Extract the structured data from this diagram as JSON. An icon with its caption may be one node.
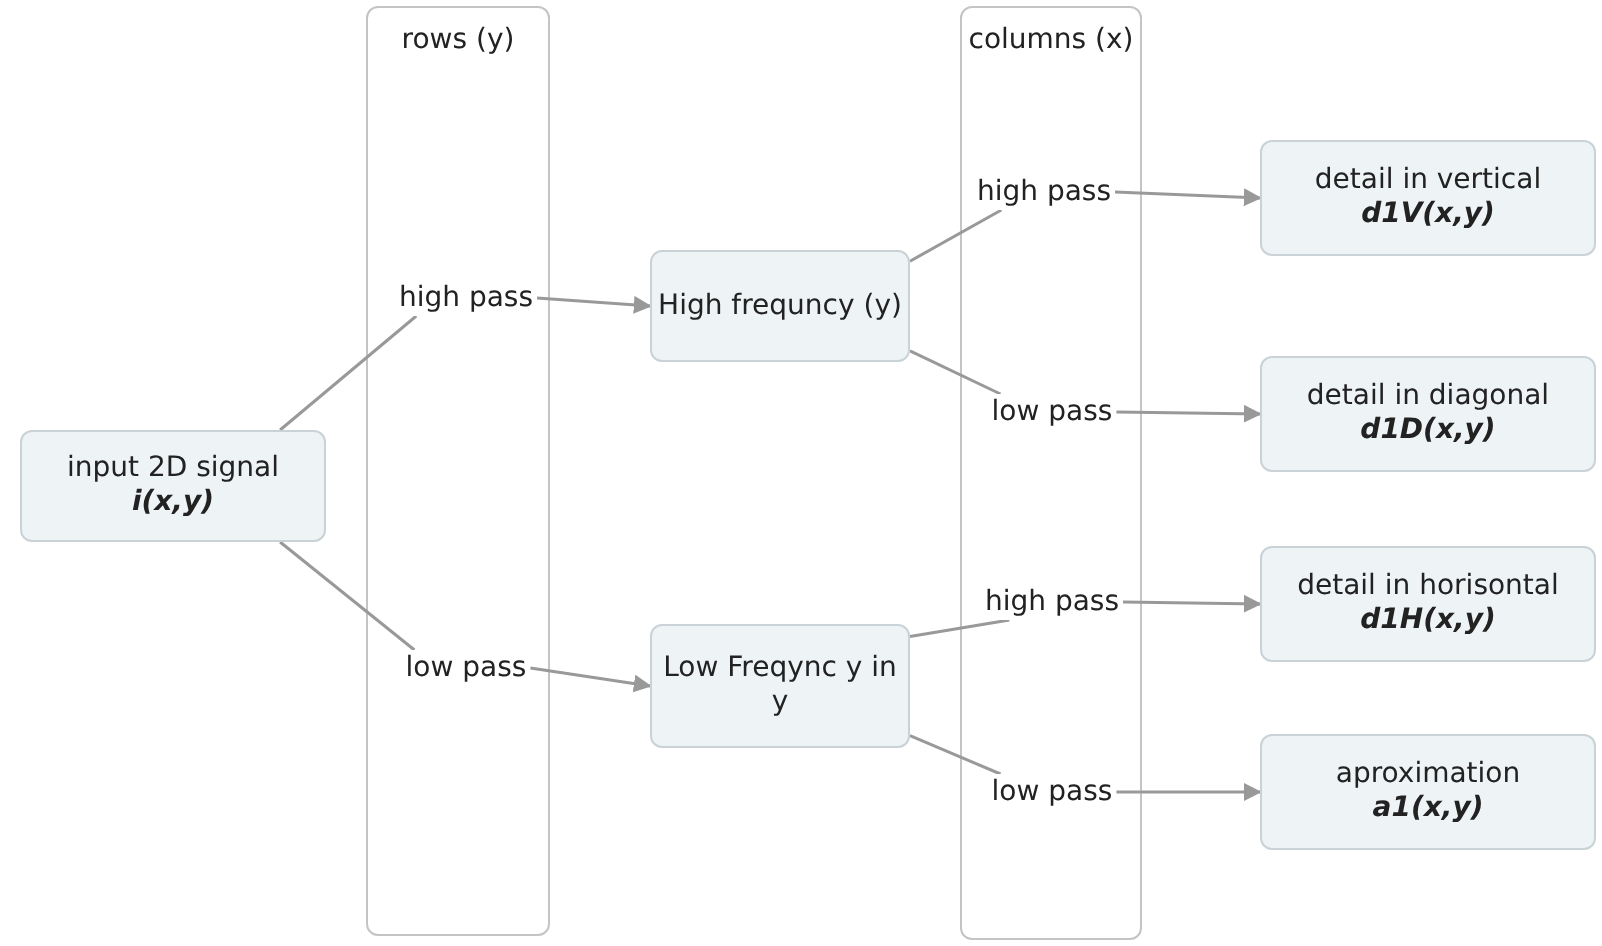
{
  "diagram": {
    "nodes": [
      {
        "text": [
          "rows (y)"
        ]
      },
      {
        "text": [
          "columns (x)"
        ]
      },
      {
        "text": [
          "input 2D signal",
          "i(x,y)"
        ]
      },
      {
        "text": [
          "high pass"
        ],
        "in": 0
      },
      {
        "text": [
          "low pass"
        ],
        "in": 0
      },
      {
        "text": [
          "High frequncy (y)"
        ]
      },
      {
        "text": [
          "Low Freqync y in y"
        ]
      },
      {
        "text": [
          "high pass"
        ],
        "in": 1
      },
      {
        "text": [
          "low pass"
        ],
        "in": 1
      },
      {
        "text": [
          "high pass"
        ],
        "in": 1
      },
      {
        "text": [
          "low pass"
        ],
        "in": 1
      },
      {
        "text": [
          "detail in vertical",
          "d1V(x,y)"
        ]
      },
      {
        "text": [
          "detail in diagonal",
          "d1D(x,y)"
        ]
      },
      {
        "text": [
          "detail in horisontal",
          "d1H(x,y)"
        ]
      },
      {
        "text": [
          "aproximation",
          "a1(x,y)"
        ]
      }
    ],
    "edges": [
      {
        "from": 2,
        "to": 3,
        "arrow": "none"
      },
      {
        "from": 2,
        "to": 4,
        "arrow": "none"
      },
      {
        "from": 3,
        "to": 5,
        "arrow": "to"
      },
      {
        "from": 4,
        "to": 6,
        "arrow": "to"
      },
      {
        "from": 5,
        "to": 7,
        "arrow": "none"
      },
      {
        "from": 5,
        "to": 8,
        "arrow": "none"
      },
      {
        "from": 6,
        "to": 9,
        "arrow": "none"
      },
      {
        "from": 6,
        "to": 10,
        "arrow": "none"
      },
      {
        "from": 7,
        "to": 11,
        "arrow": "to"
      },
      {
        "from": 8,
        "to": 12,
        "arrow": "to"
      },
      {
        "from": 9,
        "to": 13,
        "arrow": "to"
      },
      {
        "from": 10,
        "to": 14,
        "arrow": "to"
      }
    ]
  }
}
